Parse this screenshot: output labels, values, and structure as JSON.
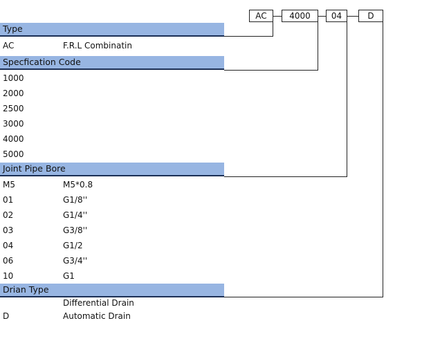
{
  "code": {
    "boxes": [
      "AC",
      "4000",
      "04",
      "D"
    ]
  },
  "sections": [
    {
      "title": "Type",
      "rows": [
        {
          "code": "AC",
          "desc": "F.R.L Combinatin"
        }
      ]
    },
    {
      "title": "Specfication Code",
      "rows": [
        {
          "code": "1000",
          "desc": ""
        },
        {
          "code": "2000",
          "desc": ""
        },
        {
          "code": "2500",
          "desc": ""
        },
        {
          "code": "3000",
          "desc": ""
        },
        {
          "code": "4000",
          "desc": ""
        },
        {
          "code": "5000",
          "desc": ""
        }
      ]
    },
    {
      "title": "Joint Pipe Bore",
      "rows": [
        {
          "code": "M5",
          "desc": "M5*0.8"
        },
        {
          "code": "01",
          "desc": "G1/8''"
        },
        {
          "code": "02",
          "desc": "G1/4''"
        },
        {
          "code": "03",
          "desc": "G3/8''"
        },
        {
          "code": "04",
          "desc": "G1/2"
        },
        {
          "code": "06",
          "desc": "G3/4''"
        },
        {
          "code": "10",
          "desc": "G1"
        }
      ]
    },
    {
      "title": "Drian Type",
      "rows": [
        {
          "code": "",
          "desc": "Differential Drain"
        },
        {
          "code": "D",
          "desc": "Automatic Drain"
        }
      ]
    }
  ]
}
